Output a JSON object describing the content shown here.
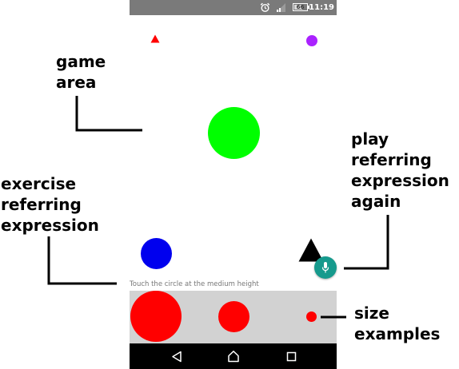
{
  "status_bar": {
    "time": "11:19",
    "battery_label": "66",
    "battery_level": 0.66,
    "alarm_icon": "alarm-clock-icon",
    "signal_icon": "signal-icon"
  },
  "game_area": {
    "shapes": [
      {
        "kind": "triangle",
        "color": "#ff0000",
        "name": "small-red-triangle"
      },
      {
        "kind": "circle",
        "color": "#aa22ff",
        "name": "small-purple-circle"
      },
      {
        "kind": "circle",
        "color": "#00ff00",
        "name": "large-green-circle"
      },
      {
        "kind": "circle",
        "color": "#0000ee",
        "name": "medium-blue-circle"
      },
      {
        "kind": "triangle",
        "color": "#000000",
        "name": "medium-black-triangle"
      }
    ]
  },
  "instruction": {
    "text": "Touch the circle at the medium height"
  },
  "size_examples": {
    "circles": [
      {
        "size": "large",
        "color": "#ff0000"
      },
      {
        "size": "medium",
        "color": "#ff0000"
      },
      {
        "size": "small",
        "color": "#ff0000"
      }
    ]
  },
  "mic_button": {
    "icon": "microphone-icon",
    "color": "#169a8d"
  },
  "nav_bar": {
    "back_icon": "back-triangle-icon",
    "home_icon": "home-icon",
    "recents_icon": "recents-square-icon"
  },
  "annotations": {
    "game_area": {
      "line1": "game",
      "line2": "area"
    },
    "play_again": {
      "line1": "play",
      "line2": "referring",
      "line3": "expression",
      "line4": "again"
    },
    "exercise": {
      "line1": "exercise",
      "line2": "referring",
      "line3": "expression"
    },
    "size_examples": {
      "line1": "size",
      "line2": "examples"
    }
  }
}
